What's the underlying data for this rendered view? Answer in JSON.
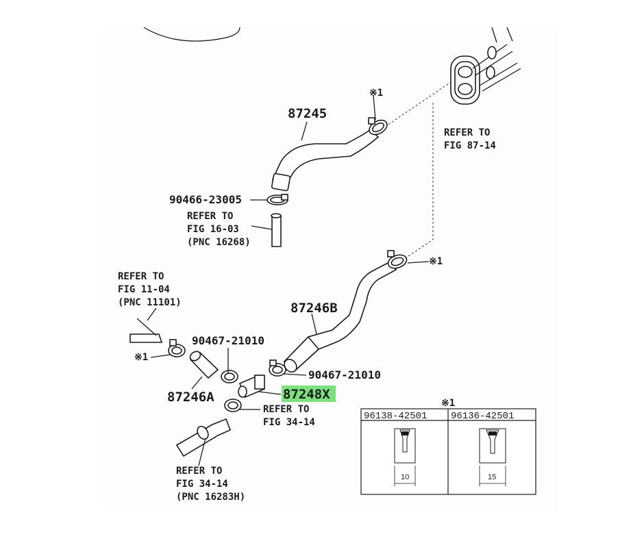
{
  "parts": {
    "hose_87245": "87245",
    "clamp_90466": "90466-23005",
    "hose_87246b": "87246B",
    "clamp_90467_a": "90467-21010",
    "clamp_90467_b": "90467-21010",
    "hose_87246a": "87246A",
    "joint_87248x": "87248X"
  },
  "markers": {
    "m1": "※1",
    "m2": "※1",
    "m3": "※1",
    "m4": "※1"
  },
  "refs": {
    "fig_87_14": [
      "REFER TO",
      "FIG 87-14"
    ],
    "fig_16_03": [
      "REFER TO",
      "FIG 16-03",
      "(PNC 16268)"
    ],
    "fig_11_04": [
      "REFER TO",
      "FIG 11-04",
      "(PNC 11101)"
    ],
    "fig_34_14_a": [
      "REFER TO",
      "FIG 34-14"
    ],
    "fig_34_14_b": [
      "REFER TO",
      "FIG 34-14",
      "(PNC 16283H)"
    ]
  },
  "table": {
    "marker": "※1",
    "col1_header": "96138-42501",
    "col2_header": "96136-42501",
    "col1_dim": "10",
    "col2_dim": "15"
  },
  "colors": {
    "highlight": "#7ce07c",
    "ink": "#1a1a1a"
  }
}
